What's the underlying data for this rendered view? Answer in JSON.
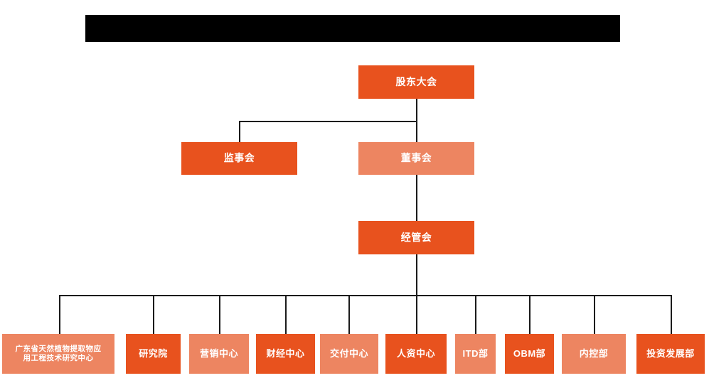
{
  "diagram": {
    "type": "org-chart",
    "title_bar": {
      "name": "redacted-title-bar",
      "state": "redacted",
      "color": "#000000"
    },
    "colors": {
      "background": "#FFFFFF",
      "node_dark": "#E8521E",
      "node_light": "#ED8561",
      "connector": "#1A1A1A",
      "node_text": "#FFFFFF"
    },
    "levels": [
      {
        "level": 1,
        "nodes": [
          {
            "id": "shareholders",
            "label": "股东大会",
            "tone": "dark"
          }
        ]
      },
      {
        "level": 2,
        "nodes": [
          {
            "id": "supervisors",
            "label": "监事会",
            "tone": "dark"
          },
          {
            "id": "directors",
            "label": "董事会",
            "tone": "light"
          }
        ]
      },
      {
        "level": 3,
        "nodes": [
          {
            "id": "management",
            "label": "经管会",
            "tone": "dark"
          }
        ]
      },
      {
        "level": 4,
        "nodes": [
          {
            "id": "research-center",
            "label": "广东省天然植物提取物应\n用工程技术研究中心",
            "tone": "light"
          },
          {
            "id": "institute",
            "label": "研究院",
            "tone": "dark"
          },
          {
            "id": "marketing",
            "label": "营销中心",
            "tone": "light"
          },
          {
            "id": "finance",
            "label": "财经中心",
            "tone": "dark"
          },
          {
            "id": "delivery",
            "label": "交付中心",
            "tone": "light"
          },
          {
            "id": "hr",
            "label": "人资中心",
            "tone": "dark"
          },
          {
            "id": "itd",
            "label": "ITD部",
            "tone": "light"
          },
          {
            "id": "obm",
            "label": "OBM部",
            "tone": "dark"
          },
          {
            "id": "internal-control",
            "label": "内控部",
            "tone": "light"
          },
          {
            "id": "investment",
            "label": "投资发展部",
            "tone": "dark"
          }
        ]
      }
    ]
  }
}
